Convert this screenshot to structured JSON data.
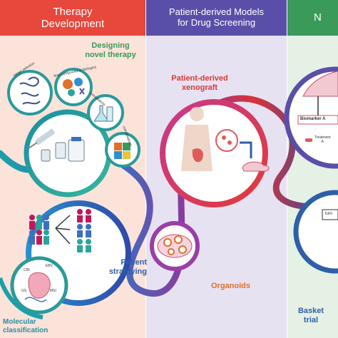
{
  "headers": {
    "therapy": {
      "line1": "Therapy",
      "line2": "Development",
      "color": "#e8473c"
    },
    "models": {
      "line1": "Patient-derived Models",
      "line2": "for Drug Screening",
      "color": "#5a4fa8"
    },
    "next": {
      "line1": "N",
      "line2": "",
      "color": "#3a9a5a"
    }
  },
  "labels": {
    "designing_line1": "Designing",
    "designing_line2": "novel therapy",
    "pdx_line1": "Patient-derived",
    "pdx_line2": "xenograft",
    "patient_line1": "Patient",
    "patient_line2": "stratifying",
    "organoids": "Organoids",
    "molecular_line1": "Molecular",
    "molecular_line2": "classification",
    "basket_line1": "Basket",
    "basket_line2": "trial",
    "biomarker": "Biomarker A",
    "treatment_line1": "Treatment",
    "treatment_line2": "A",
    "tum": "tum"
  },
  "arc_labels": {
    "target": "target selection",
    "lead": "lead compound or biologics",
    "formulations": "formulations",
    "combinations": "combinations"
  },
  "subtypes": {
    "cin": "CIN",
    "ebv": "EBV",
    "gs": "GS",
    "msi": "MSI"
  },
  "colors": {
    "therapy_panel": "#fbe3da",
    "models_panel": "#e7e2f1",
    "next_panel": "#e4f1e4",
    "label_green": "#3a9a5a",
    "label_red": "#d73a3a",
    "label_blue": "#2f5fa8",
    "label_orange": "#e0702a"
  }
}
